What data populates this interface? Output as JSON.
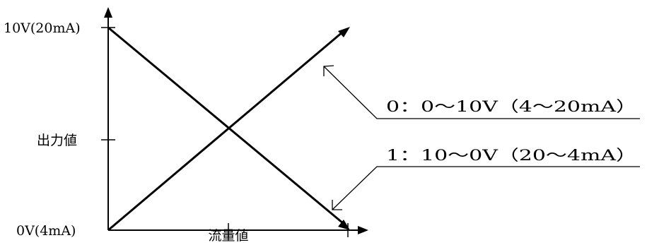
{
  "y_axis": {
    "label": "出力値",
    "max_label": "10V(20mA)",
    "min_label": "0V(4mA)"
  },
  "x_axis": {
    "label": "流量値"
  },
  "lines": [
    {
      "id": "setting-0",
      "label": "0：0～10V（4～20mA）",
      "from": "0V(4mA)",
      "to": "10V(20mA)"
    },
    {
      "id": "setting-1",
      "label": "1：10～0V（20～4mA）",
      "from": "10V(20mA)",
      "to": "0V(4mA)"
    }
  ]
}
